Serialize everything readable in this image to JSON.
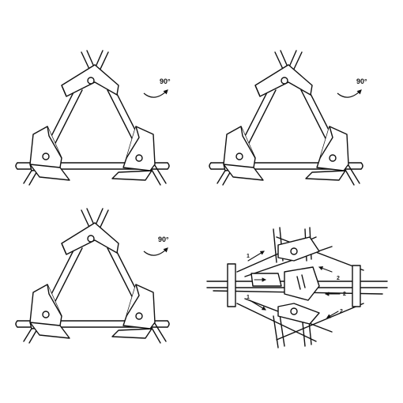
{
  "panels": [
    {
      "rotation_label": "90°"
    },
    {
      "rotation_label": "90°"
    },
    {
      "rotation_label": "90°"
    }
  ],
  "final_step": {
    "arrow_labels": [
      "1",
      "1",
      "2",
      "2",
      "2"
    ]
  },
  "colors": {
    "line": "#111111",
    "fill": "#ffffff"
  },
  "icons": [
    "triangle-frame",
    "rotate-arrow-icon",
    "push-arrow-icon"
  ]
}
